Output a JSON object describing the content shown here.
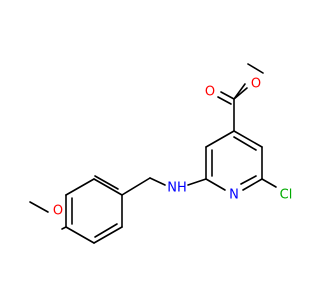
{
  "molecule": {
    "atoms": [
      {
        "id": "o_carbonyl",
        "symbol": "O",
        "color": "#ff0000"
      },
      {
        "id": "o_ester",
        "symbol": "O",
        "color": "#ff0000"
      },
      {
        "id": "n_pyridine",
        "symbol": "N",
        "color": "#0000ff"
      },
      {
        "id": "cl",
        "symbol": "Cl",
        "color": "#00aa00"
      },
      {
        "id": "nh",
        "symbol": "NH",
        "color": "#0000ff"
      },
      {
        "id": "o_methoxy",
        "symbol": "O",
        "color": "#ff0000"
      }
    ]
  }
}
